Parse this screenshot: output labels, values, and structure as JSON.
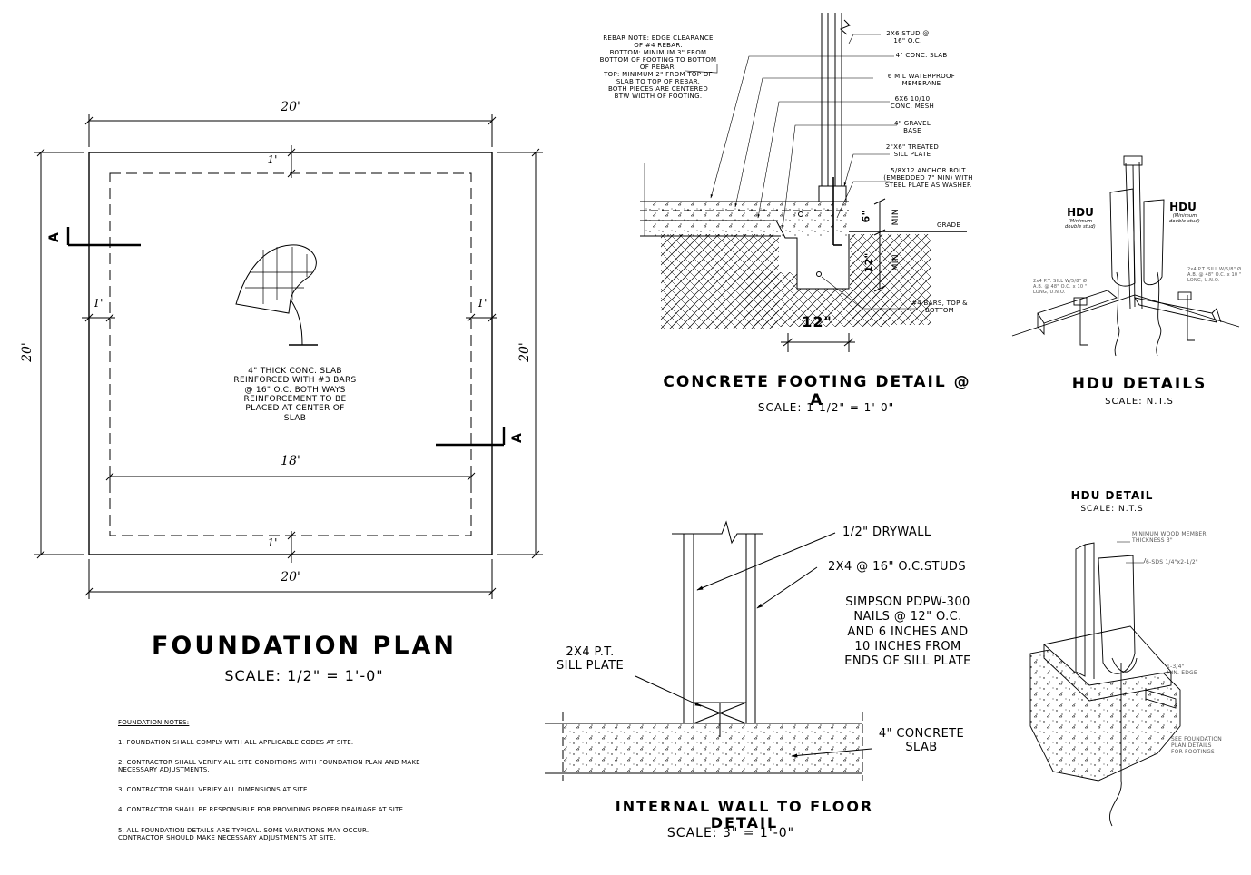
{
  "foundation_plan": {
    "dims": {
      "top": "20'",
      "bottom": "20'",
      "left": "20'",
      "right": "20'",
      "inner": "18'",
      "offset_top": "1'",
      "offset_bottom": "1'",
      "offset_left": "1'",
      "offset_right": "1'"
    },
    "section_mark": "A",
    "slab_note": "4\" THICK CONC. SLAB\nREINFORCED WITH #3 BARS\n@ 16\" O.C. BOTH WAYS\nREINFORCEMENT TO BE\nPLACED AT CENTER OF\nSLAB",
    "title": "FOUNDATION PLAN",
    "scale": "SCALE: 1/2\" = 1'-0\""
  },
  "notes": {
    "heading": "FOUNDATION NOTES:",
    "items": [
      "1. FOUNDATION SHALL COMPLY WITH ALL APPLICABLE CODES AT SITE.",
      "2. CONTRACTOR SHALL VERIFY ALL SITE CONDITIONS WITH FOUNDATION PLAN AND MAKE\nNECESSARY ADJUSTMENTS.",
      "3. CONTRACTOR SHALL VERIFY ALL DIMENSIONS AT SITE.",
      "4. CONTRACTOR SHALL BE RESPONSIBLE FOR PROVIDING PROPER DRAINAGE AT SITE.",
      "5. ALL FOUNDATION DETAILS ARE TYPICAL. SOME VARIATIONS MAY OCCUR.\nCONTRACTOR SHOULD MAKE NECESSARY ADJUSTMENTS AT SITE."
    ]
  },
  "footing_detail": {
    "rebar_note": "REBAR NOTE: EDGE CLEARANCE\nOF #4 REBAR.\nBOTTOM: MINIMUM 3\" FROM\nBOTTOM OF FOOTING TO BOTTOM\nOF REBAR.\nTOP: MINIMUM 2\" FROM TOP OF\nSLAB TO TOP OF REBAR.\nBOTH PIECES ARE CENTERED\nBTW WIDTH OF FOOTING.",
    "labels": {
      "stud": "2X6 STUD @\n16\" O.C.",
      "slab": "4\" CONC. SLAB",
      "membrane": "6 MIL WATERPROOF\nMEMBRANE",
      "mesh": "6X6 10/10\nCONC. MESH",
      "gravel": "4\" GRAVEL\nBASE",
      "sill": "2\"X6\" TREATED\nSILL PLATE",
      "bolt": "5/8X12 ANCHOR BOLT\n(EMBEDDED 7\" MIN) WITH\nSTEEL PLATE AS WASHER",
      "grade": "GRADE",
      "bars": "#4 BARS, TOP &\nBOTTOM",
      "dim_6": "6\"",
      "dim_12v": "12\"",
      "dim_12h": "12\"",
      "min1": "MIN",
      "min2": "MIN"
    },
    "title": "CONCRETE FOOTING DETAIL @ A",
    "scale": "SCALE: 1-1/2\" = 1'-0\""
  },
  "hdu_details": {
    "hdu_left": "HDU",
    "hdu_left_sub": "(Minimum\ndouble stud)",
    "hdu_right": "HDU",
    "hdu_right_sub": "(Minimum\ndouble stud)",
    "sill_left": "2x4 P.T. SILL W/5/8\" Ø\nA.B. @ 48\" O.C. x 10 \"\nLONG, U.N.O.",
    "sill_right": "2x4 P.T. SILL W/5/8\" Ø\nA.B. @ 48\" O.C. x 10 \"\nLONG, U.N.O.",
    "title": "HDU DETAILS",
    "scale": "SCALE: N.T.S"
  },
  "hdu_detail": {
    "title": "HDU DETAIL",
    "scale": "SCALE: N.T.S",
    "min_wood": "MINIMUM WOOD MEMBER\nTHICKNESS 3\"",
    "screws": "6-SDS 1/4\"x2-1/2\"",
    "edge": "1-3/4\"\nMIN. EDGE",
    "see": "SEE FOUNDATION\nPLAN DETAILS\nFOR FOOTINGS"
  },
  "wall_detail": {
    "drywall": "1/2\" DRYWALL",
    "studs": "2X4 @ 16\" O.C.STUDS",
    "nails": "SIMPSON PDPW-300\nNAILS @ 12\" O.C.\nAND 6 INCHES AND\n10 INCHES FROM\nENDS OF SILL PLATE",
    "sill": "2X4 P.T.\nSILL PLATE",
    "slab": "4\" CONCRETE\nSLAB",
    "title": "INTERNAL WALL TO FLOOR DETAIL",
    "scale": "SCALE: 3\" = 1'-0\""
  }
}
